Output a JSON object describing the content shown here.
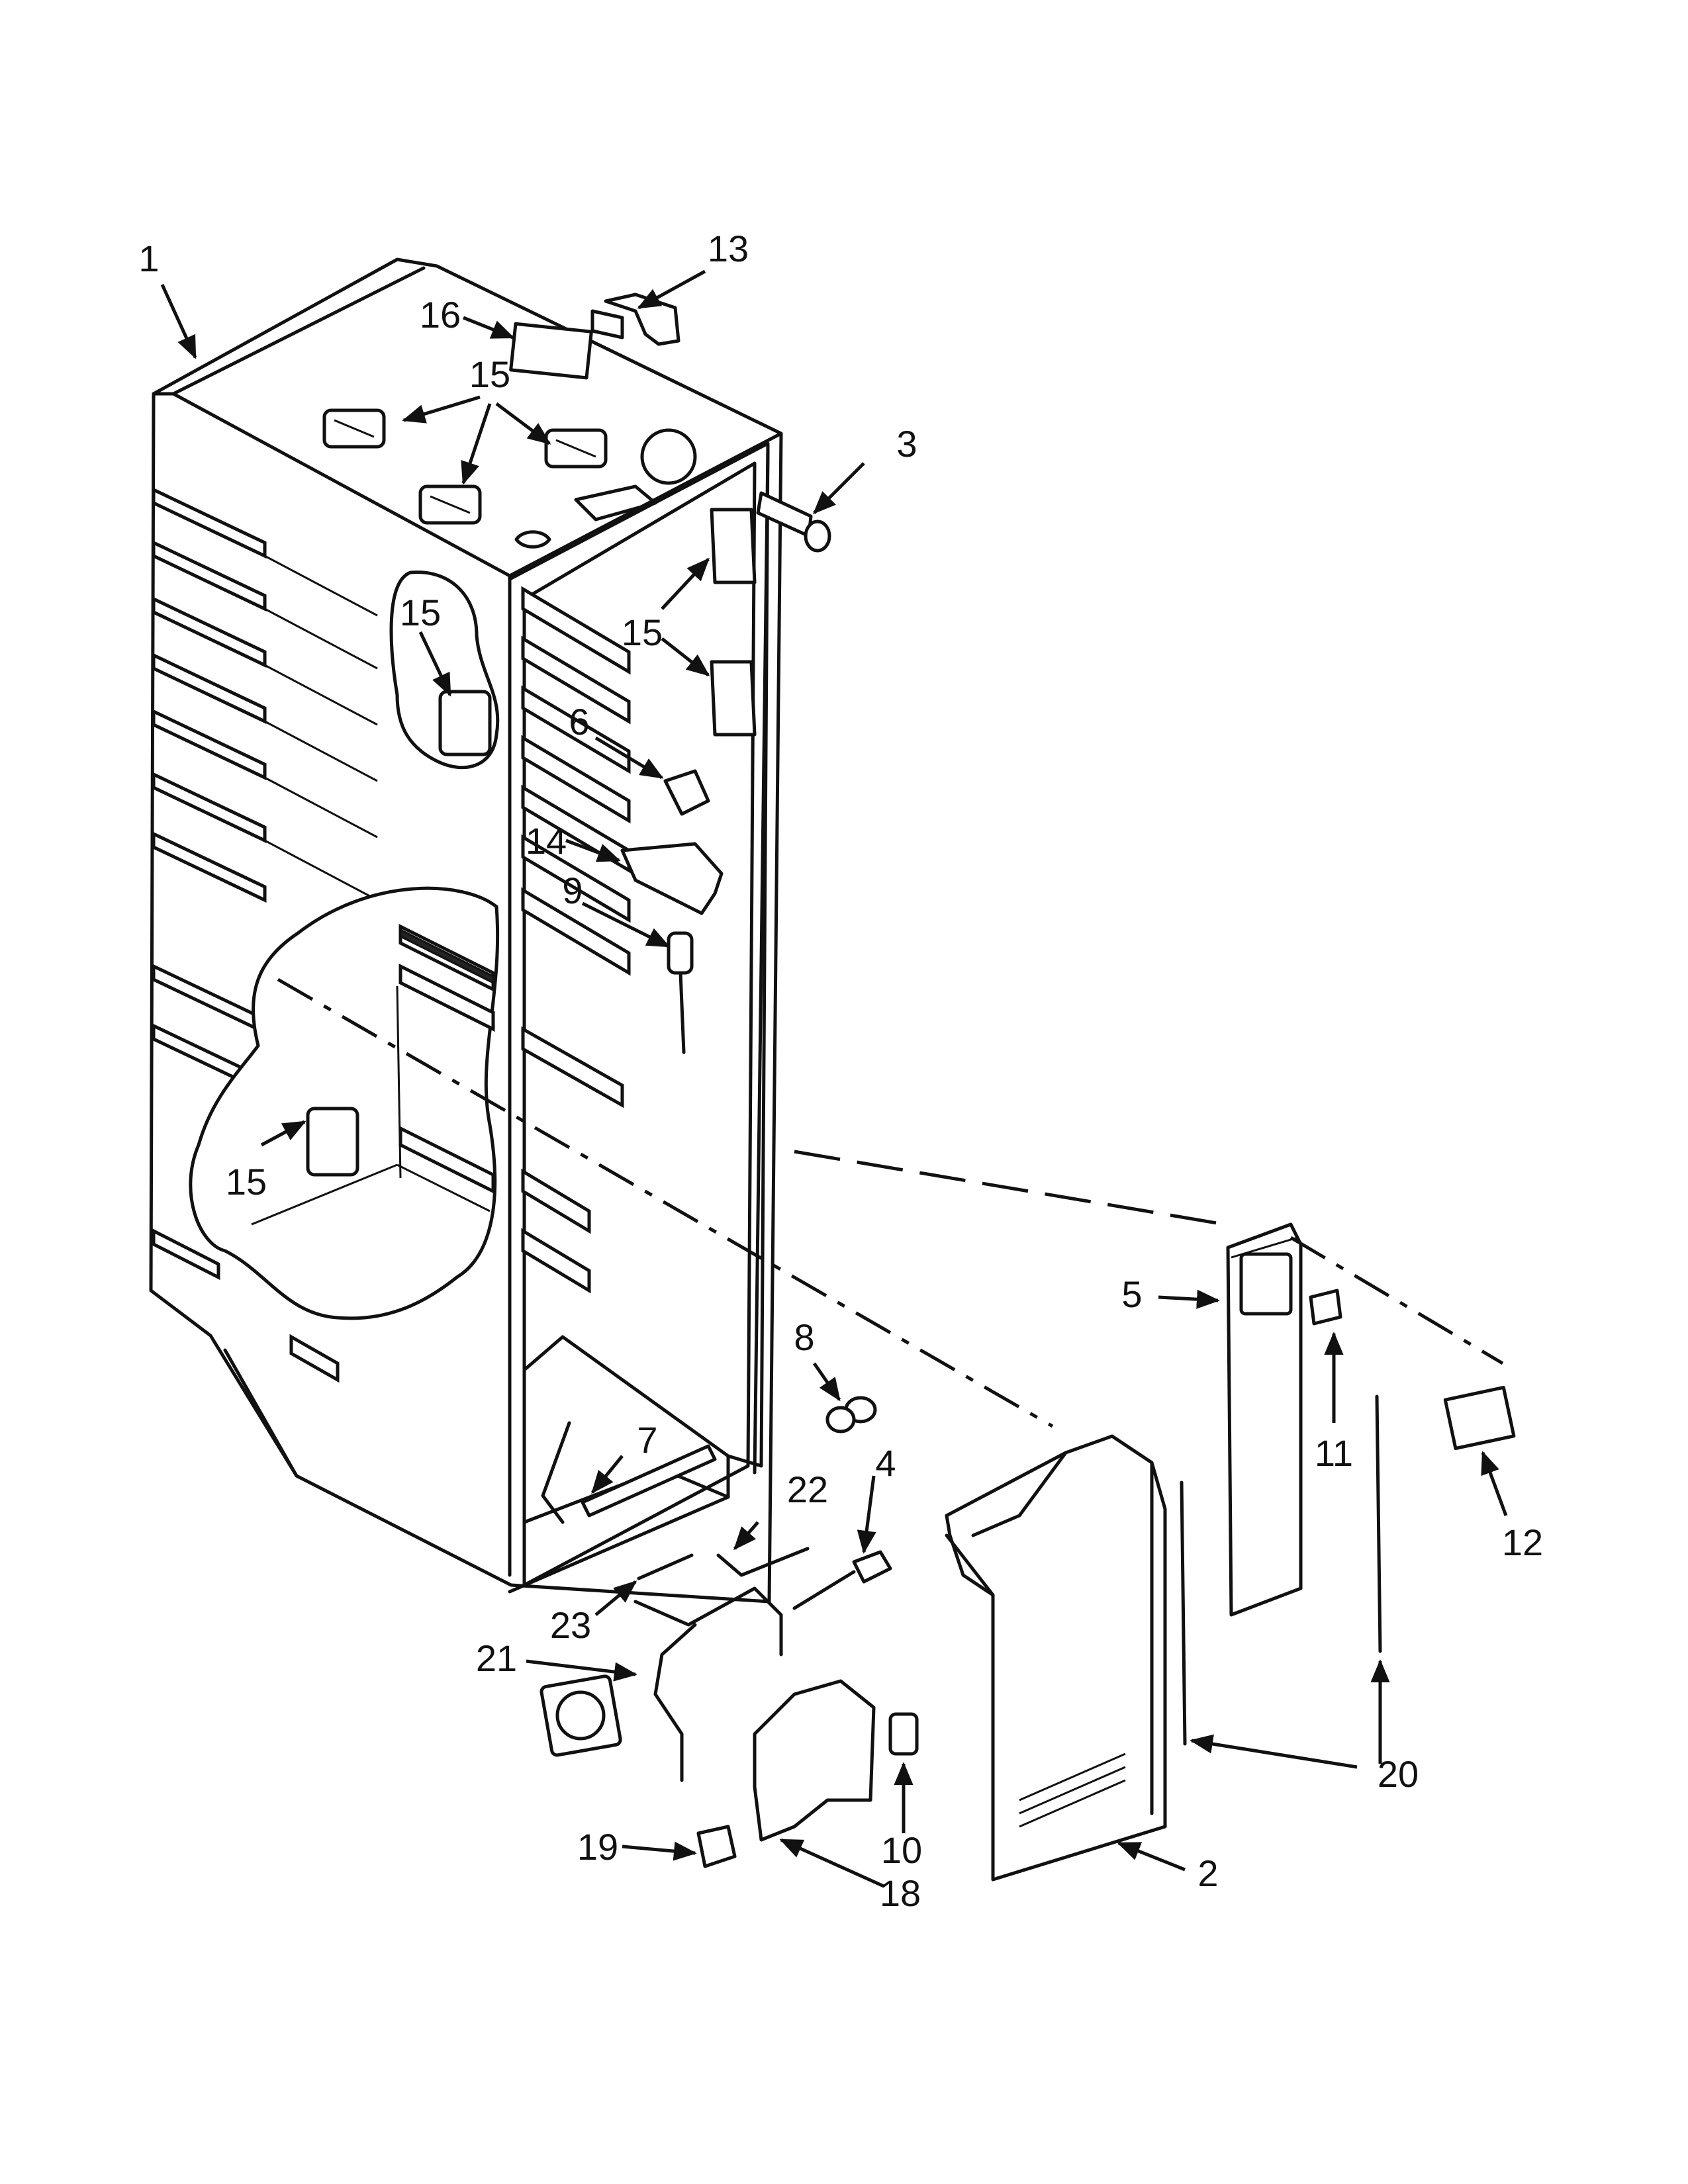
{
  "callouts": [
    {
      "id": "1",
      "label": "1"
    },
    {
      "id": "2",
      "label": "2"
    },
    {
      "id": "3",
      "label": "3"
    },
    {
      "id": "4",
      "label": "4"
    },
    {
      "id": "5",
      "label": "5"
    },
    {
      "id": "6",
      "label": "6"
    },
    {
      "id": "7",
      "label": "7"
    },
    {
      "id": "8",
      "label": "8"
    },
    {
      "id": "9",
      "label": "9"
    },
    {
      "id": "10",
      "label": "10"
    },
    {
      "id": "11",
      "label": "11"
    },
    {
      "id": "12",
      "label": "12"
    },
    {
      "id": "13",
      "label": "13"
    },
    {
      "id": "14",
      "label": "14"
    },
    {
      "id": "15a",
      "label": "15"
    },
    {
      "id": "15b",
      "label": "15"
    },
    {
      "id": "15c",
      "label": "15"
    },
    {
      "id": "15d",
      "label": "15"
    },
    {
      "id": "16",
      "label": "16"
    },
    {
      "id": "18",
      "label": "18"
    },
    {
      "id": "19",
      "label": "19"
    },
    {
      "id": "20",
      "label": "20"
    },
    {
      "id": "21",
      "label": "21"
    },
    {
      "id": "22",
      "label": "22"
    },
    {
      "id": "23",
      "label": "23"
    }
  ]
}
